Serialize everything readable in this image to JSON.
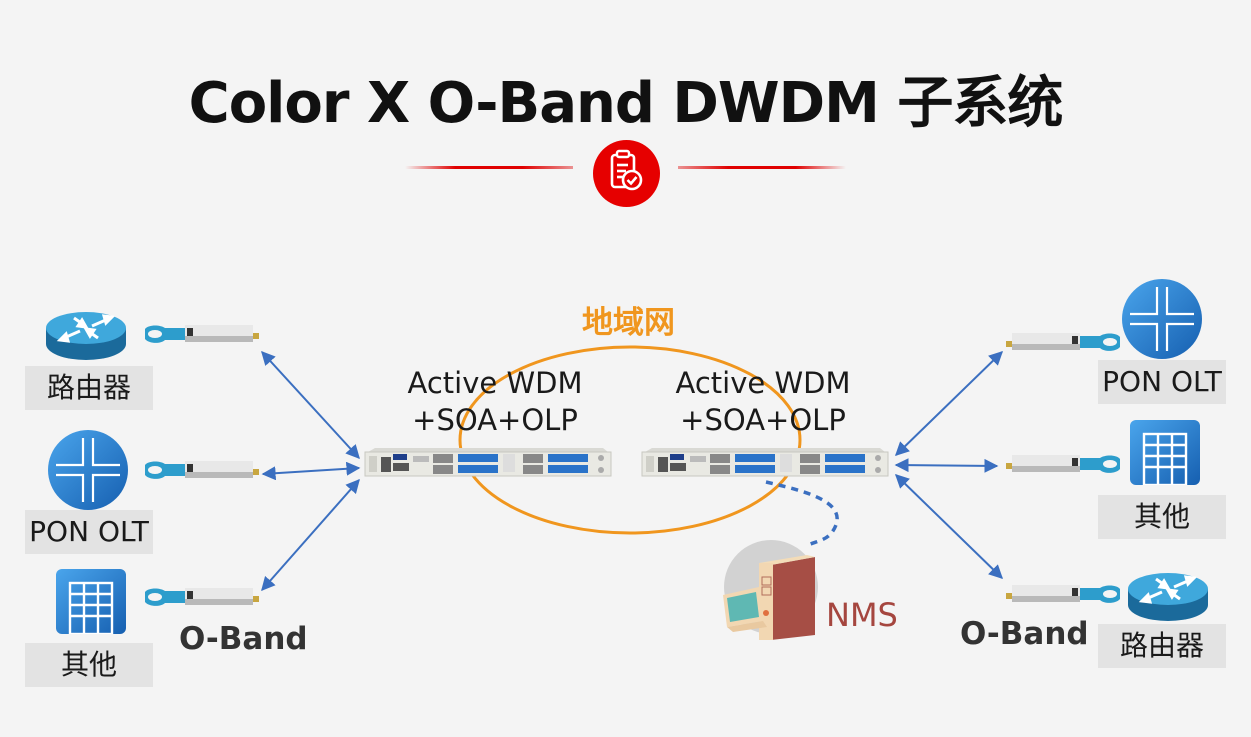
{
  "title": "Color X O-Band DWDM 子系统",
  "title_icon": "clipboard-check-icon",
  "colors": {
    "accent_red": "#e60000",
    "ring_orange": "#f0961e",
    "link_blue": "#3b6fc0",
    "nms_red": "#a5463f",
    "device_blue": "#2b7ed3"
  },
  "metro_network": {
    "label": "地域网",
    "icon": "ellipse-ring"
  },
  "left_side": {
    "devices": [
      {
        "label": "路由器",
        "icon": "router-icon"
      },
      {
        "label": "PON OLT",
        "icon": "pon-olt-icon"
      },
      {
        "label": "其他",
        "icon": "building-icon"
      }
    ],
    "transceiver_icon": "qsfp-transceiver-icon",
    "band_label": "O-Band"
  },
  "right_side": {
    "devices": [
      {
        "label": "PON OLT",
        "icon": "pon-olt-icon"
      },
      {
        "label": "其他",
        "icon": "building-icon"
      },
      {
        "label": "路由器",
        "icon": "router-icon"
      }
    ],
    "transceiver_icon": "qsfp-transceiver-icon",
    "band_label": "O-Band"
  },
  "wdm_nodes": [
    {
      "line1": "Active WDM",
      "line2": "+SOA+OLP",
      "icon": "rack-chassis-icon"
    },
    {
      "line1": "Active WDM",
      "line2": "+SOA+OLP",
      "icon": "rack-chassis-icon"
    }
  ],
  "nms": {
    "label": "NMS",
    "icon": "computer-icon"
  }
}
